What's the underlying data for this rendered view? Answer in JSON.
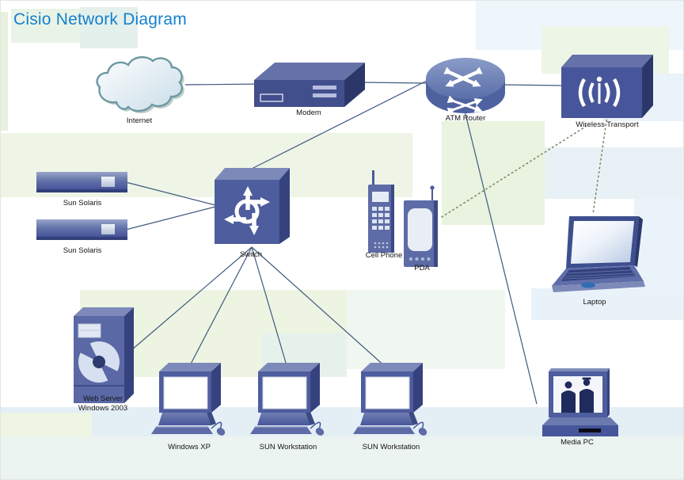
{
  "title": "Cisio Network Diagram",
  "colors": {
    "title_text": "#1580cd",
    "device_primary": "#4d5d9d",
    "device_dark": "#36427e",
    "device_light": "#7d8ab9",
    "line_solid": "#3f5a7d",
    "line_dotted": "#7a8a66",
    "label_text": "#151515"
  },
  "nodes": {
    "internet": {
      "label": "Internet",
      "type": "cloud"
    },
    "modem": {
      "label": "Modem",
      "type": "modem"
    },
    "atm_router": {
      "label": "ATM Router",
      "type": "router"
    },
    "wireless_transport": {
      "label": "Wireless Transport",
      "type": "wireless-bridge"
    },
    "sun_solaris_1": {
      "label": "Sun Solaris",
      "type": "rack-server"
    },
    "sun_solaris_2": {
      "label": "Sun Solaris",
      "type": "rack-server"
    },
    "switch": {
      "label": "Switch",
      "type": "switch"
    },
    "cell_phone": {
      "label": "Cell Phone",
      "type": "cell-phone"
    },
    "pda": {
      "label": "PDA",
      "type": "pda"
    },
    "laptop": {
      "label": "Laptop",
      "type": "laptop"
    },
    "web_server": {
      "label_line1": "Web Server",
      "label_line2": "Windows 2003",
      "type": "tower-server"
    },
    "windows_xp": {
      "label": "Windows XP",
      "type": "workstation"
    },
    "sun_workstation_1": {
      "label": "SUN Workstation",
      "type": "workstation"
    },
    "sun_workstation_2": {
      "label": "SUN Workstation",
      "type": "workstation"
    },
    "media_pc": {
      "label": "Media PC",
      "type": "media-pc"
    }
  },
  "connections": [
    {
      "from": "internet",
      "to": "modem",
      "style": "solid"
    },
    {
      "from": "modem",
      "to": "atm_router",
      "style": "solid"
    },
    {
      "from": "atm_router",
      "to": "wireless_transport",
      "style": "solid"
    },
    {
      "from": "atm_router",
      "to": "switch",
      "style": "solid"
    },
    {
      "from": "atm_router",
      "to": "media_pc",
      "style": "solid"
    },
    {
      "from": "sun_solaris_1",
      "to": "switch",
      "style": "solid"
    },
    {
      "from": "sun_solaris_2",
      "to": "switch",
      "style": "solid"
    },
    {
      "from": "switch",
      "to": "web_server",
      "style": "solid"
    },
    {
      "from": "switch",
      "to": "windows_xp",
      "style": "solid"
    },
    {
      "from": "switch",
      "to": "sun_workstation_1",
      "style": "solid"
    },
    {
      "from": "switch",
      "to": "sun_workstation_2",
      "style": "solid"
    },
    {
      "from": "pda",
      "to": "wireless_transport",
      "style": "dotted"
    },
    {
      "from": "wireless_transport",
      "to": "laptop",
      "style": "dotted"
    }
  ]
}
